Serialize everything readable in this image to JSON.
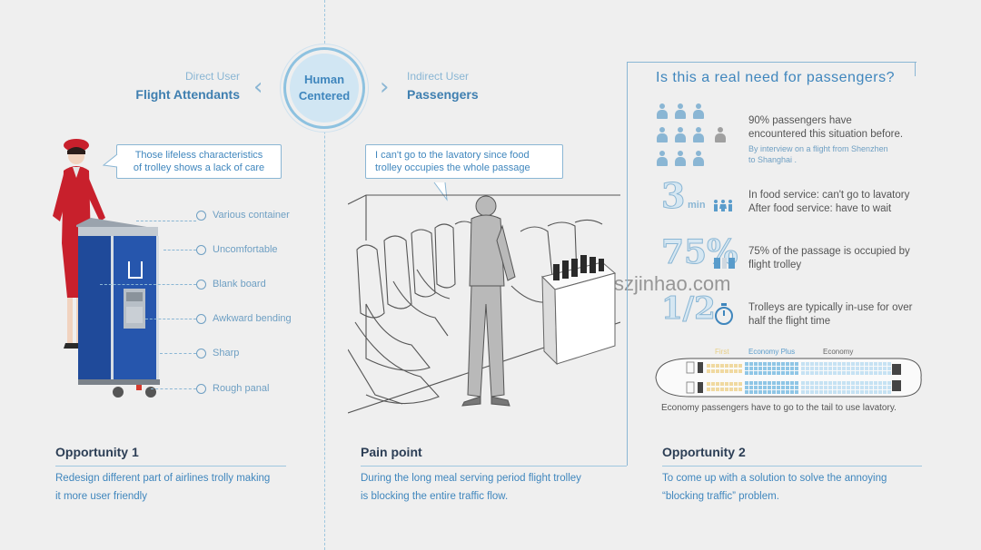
{
  "header": {
    "direct_role": "Direct User",
    "direct_name": "Flight Attendants",
    "hub_line1": "Human",
    "hub_line2": "Centered",
    "indirect_role": "Indirect User",
    "indirect_name": "Passengers"
  },
  "left": {
    "bubble_line1": "Those lifeless characteristics",
    "bubble_line2": "of trolley shows a lack of care",
    "trolley_labels": [
      "Various container",
      "Uncomfortable",
      "Blank board",
      "Awkward bending",
      "Sharp",
      "Rough panal"
    ]
  },
  "middle": {
    "bubble_line1": "I can't go to the lavatory since food",
    "bubble_line2": "trolley occupies the whole passage"
  },
  "right": {
    "question": "Is this a real need for passengers?",
    "stat1_line1": "90% passengers have",
    "stat1_line2": "encountered this situation before.",
    "stat1_note1": "By interview on a flight from Shenzhen",
    "stat1_note2": "to Shanghai .",
    "stat2_big": "3",
    "stat2_unit": "min",
    "stat2_line1": "In food service: can't go to lavatory",
    "stat2_line2": "After food service: have to wait",
    "stat3_big": "75%",
    "stat3_line1": "75% of the passage is occupied by",
    "stat3_line2": "flight trolley",
    "stat4_big": "1/2",
    "stat4_line1": "Trolleys are typically in-use for over",
    "stat4_line2": "half the flight time",
    "seat_first": "First",
    "seat_economy_plus": "Economy Plus",
    "seat_economy": "Economy",
    "seat_caption": "Economy passengers have to go to the tail to use lavatory."
  },
  "bottom": {
    "opp1_title": "Opportunity 1",
    "opp1_line1": "Redesign different part of airlines trolly making",
    "opp1_line2": "it more user friendly",
    "pain_title": "Pain point",
    "pain_line1": "During the long meal serving period flight trolley",
    "pain_line2": "is blocking the entire traffic flow.",
    "opp2_title": "Opportunity 2",
    "opp2_line1": "To come up with a solution to solve the annoying",
    "opp2_line2": "“blocking traffic” problem."
  },
  "watermark": "szjinhao.com",
  "colors": {
    "accent": "#3f86bd",
    "light_accent": "#8ab6d4",
    "background": "#efefef",
    "trolley_blue": "#1f4a9a",
    "uniform_red": "#c8202c",
    "first_class": "#f0d9a0",
    "economy_plus": "#8fc6e6"
  },
  "icons": [
    "person-icon",
    "stopwatch-icon",
    "restroom-icon",
    "seat-icon",
    "chevron-left-icon",
    "chevron-right-icon"
  ]
}
